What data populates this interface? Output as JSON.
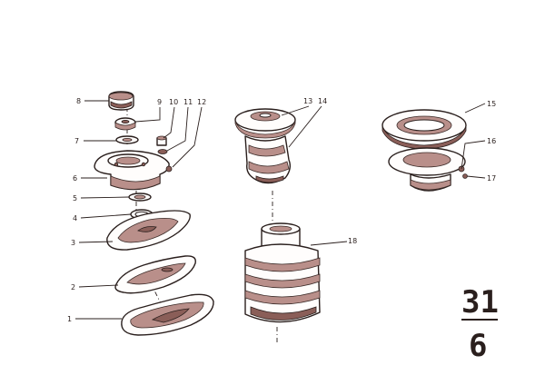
{
  "callouts": [
    {
      "id": "c1",
      "text": "1"
    },
    {
      "id": "c2",
      "text": "2"
    },
    {
      "id": "c3",
      "text": "3"
    },
    {
      "id": "c4",
      "text": "4"
    },
    {
      "id": "c5",
      "text": "5"
    },
    {
      "id": "c6",
      "text": "6"
    },
    {
      "id": "c7",
      "text": "7"
    },
    {
      "id": "c8",
      "text": "8"
    },
    {
      "id": "c9",
      "text": "9"
    },
    {
      "id": "c10",
      "text": "10"
    },
    {
      "id": "c11",
      "text": "11"
    },
    {
      "id": "c12",
      "text": "12"
    },
    {
      "id": "c13",
      "text": "13"
    },
    {
      "id": "c14",
      "text": "14"
    },
    {
      "id": "c15",
      "text": "15"
    },
    {
      "id": "c16",
      "text": "16"
    },
    {
      "id": "c17",
      "text": "17"
    },
    {
      "id": "c18",
      "text": "18"
    }
  ],
  "page_ref": {
    "numerator": "31",
    "denominator": "6"
  },
  "colors": {
    "ink": "#2a1f1d",
    "shade": "#b98f8a",
    "background": "#ffffff"
  }
}
